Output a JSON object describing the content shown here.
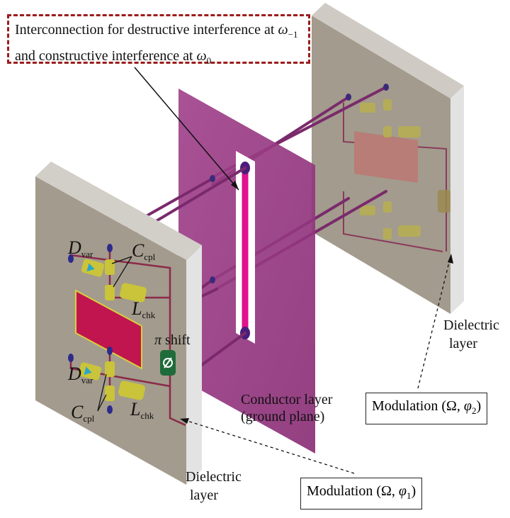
{
  "callout": {
    "line1_prefix": "Interconnection for destructive interference at ",
    "line1_sym": "ω",
    "line1_sub": "−1",
    "line2_prefix": "and constructive interference at ",
    "line2_sym": "ω",
    "line2_sub": "0"
  },
  "labels": {
    "dvar_top_sym": "D",
    "dvar_top_sub": "var",
    "ccpl_top_sym": "C",
    "ccpl_top_sub": "cpl",
    "lchk_top_sym": "L",
    "lchk_top_sub": "chk",
    "pi_shift_sym": "π",
    "pi_shift_text": "shift",
    "dvar_bot_sym": "D",
    "dvar_bot_sub": "var",
    "ccpl_bot_sym": "C",
    "ccpl_bot_sub": "cpl",
    "lchk_bot_sym": "L",
    "lchk_bot_sub": "chk",
    "conductor_line1": "Conductor layer",
    "conductor_line2": "(ground plane)",
    "dielectric_right_line1": "Dielectric",
    "dielectric_right_line2": "layer",
    "dielectric_left_line1": "Dielectric",
    "dielectric_left_line2": "layer",
    "mod2_prefix": "Modulation (Ω, ",
    "mod2_sym": "φ",
    "mod2_sub": "2",
    "mod2_suffix": ")",
    "mod1_prefix": "Modulation (Ω, ",
    "mod1_sym": "φ",
    "mod1_sub": "1",
    "mod1_suffix": ")"
  },
  "colors": {
    "dielectric_face": "#a39b8d",
    "dielectric_side": "#dcdcdc",
    "dielectric_top": "#c9c6c0",
    "conductor_plane": "#9a3a84",
    "slot_line": "#e0128c",
    "patch": "#c0154f",
    "component": "#c9c43a",
    "wire": "#7a2a6c",
    "callout_border": "#9b1c1c",
    "phase_shifter": "#1f6b3a"
  }
}
